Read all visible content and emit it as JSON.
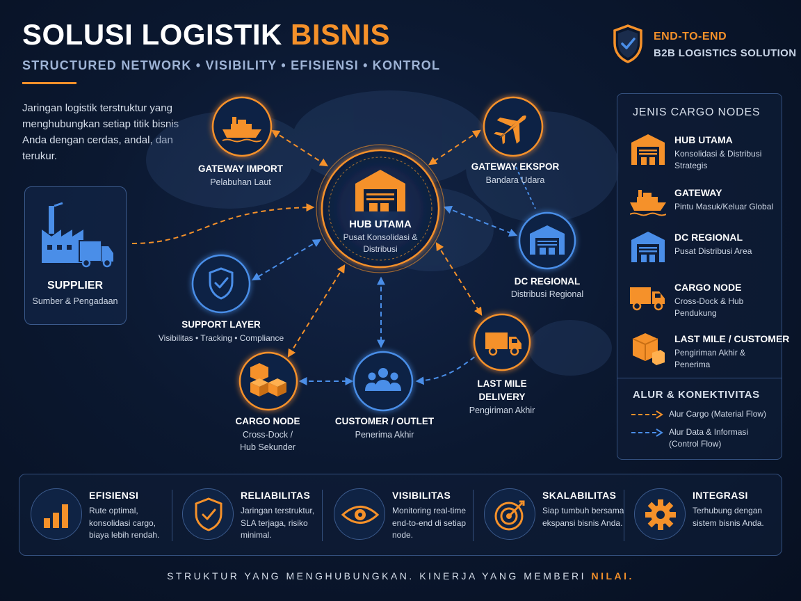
{
  "header": {
    "title_main": "SOLUSI LOGISTIK ",
    "title_highlight": "BISNIS",
    "subtitle": "STRUCTURED NETWORK • VISIBILITY • EFISIENSI • KONTROL",
    "intro": "Jaringan logistik terstruktur yang menghubungkan setiap titik bisnis Anda dengan cerdas, andal, dan terukur."
  },
  "badge": {
    "line1": "END-TO-END",
    "line2": "B2B LOGISTICS SOLUTION",
    "icon": "shield-check-icon"
  },
  "nodes": {
    "supplier": {
      "title": "SUPPLIER",
      "sub": "Sumber & Pengadaan",
      "icon": "factory-truck-icon"
    },
    "gateway_import": {
      "title": "GATEWAY IMPORT",
      "sub": "Pelabuhan Laut",
      "icon": "ship-icon"
    },
    "gateway_ekspor": {
      "title": "GATEWAY EKSPOR",
      "sub": "Bandara Udara",
      "icon": "airplane-icon"
    },
    "hub": {
      "title": "HUB UTAMA",
      "sub": "Pusat Konsolidasi & Distribusi",
      "icon": "warehouse-icon"
    },
    "dc_regional": {
      "title": "DC REGIONAL",
      "sub": "Distribusi Regional",
      "icon": "warehouse-icon"
    },
    "support": {
      "title": "SUPPORT LAYER",
      "sub": "Visibilitas • Tracking • Compliance",
      "icon": "shield-check-icon"
    },
    "last_mile": {
      "title": "LAST MILE DELIVERY",
      "title_l1": "LAST MILE",
      "title_l2": "DELIVERY",
      "sub": "Pengiriman Akhir",
      "icon": "truck-icon"
    },
    "cargo_node": {
      "title": "CARGO NODE",
      "sub": "Cross-Dock / Hub Sekunder",
      "sub_l1": "Cross-Dock /",
      "sub_l2": "Hub Sekunder",
      "icon": "boxes-icon"
    },
    "customer": {
      "title": "CUSTOMER / OUTLET",
      "sub": "Penerima Akhir",
      "icon": "people-icon"
    }
  },
  "legend": {
    "title": "JENIS CARGO NODES",
    "items": [
      {
        "name": "HUB UTAMA",
        "desc": "Konsolidasi & Distribusi Strategis",
        "icon": "warehouse-icon",
        "color": "#f5912a"
      },
      {
        "name": "GATEWAY",
        "desc": "Pintu Masuk/Keluar Global",
        "icon": "ship-icon",
        "color": "#f5912a"
      },
      {
        "name": "DC REGIONAL",
        "desc": "Pusat Distribusi Area",
        "icon": "warehouse-icon",
        "color": "#4a8ee8"
      },
      {
        "name": "CARGO NODE",
        "desc": "Cross-Dock & Hub Pendukung",
        "icon": "truck-icon",
        "color": "#f5912a"
      },
      {
        "name": "LAST MILE / CUSTOMER",
        "desc": "Pengiriman Akhir & Penerima",
        "icon": "boxes-icon",
        "color": "#f5912a"
      }
    ],
    "flow_title": "ALUR & KONEKTIVITAS",
    "flows": [
      {
        "label": "Alur Cargo (Material Flow)",
        "color": "#f5912a"
      },
      {
        "label": "Alur Data & Informasi (Control Flow)",
        "color": "#4a8ee8"
      }
    ]
  },
  "benefits": [
    {
      "title": "EFISIENSI",
      "desc": "Rute optimal, konsolidasi cargo, biaya lebih rendah.",
      "icon": "bar-chart-icon"
    },
    {
      "title": "RELIABILITAS",
      "desc": "Jaringan terstruktur, SLA terjaga, risiko minimal.",
      "icon": "shield-check-icon"
    },
    {
      "title": "VISIBILITAS",
      "desc": "Monitoring real-time end-to-end di setiap node.",
      "icon": "eye-icon"
    },
    {
      "title": "SKALABILITAS",
      "desc": "Siap tumbuh bersama ekspansi bisnis Anda.",
      "icon": "target-icon"
    },
    {
      "title": "INTEGRASI",
      "desc": "Terhubung dengan sistem bisnis Anda.",
      "icon": "gear-icon"
    }
  ],
  "tagline": {
    "main": "STRUKTUR YANG MENGHUBUNGKAN. KINERJA YANG MEMBERI ",
    "highlight": "NILAI."
  },
  "colors": {
    "orange": "#f5912a",
    "blue": "#4a8ee8",
    "background": "#0b1830"
  }
}
